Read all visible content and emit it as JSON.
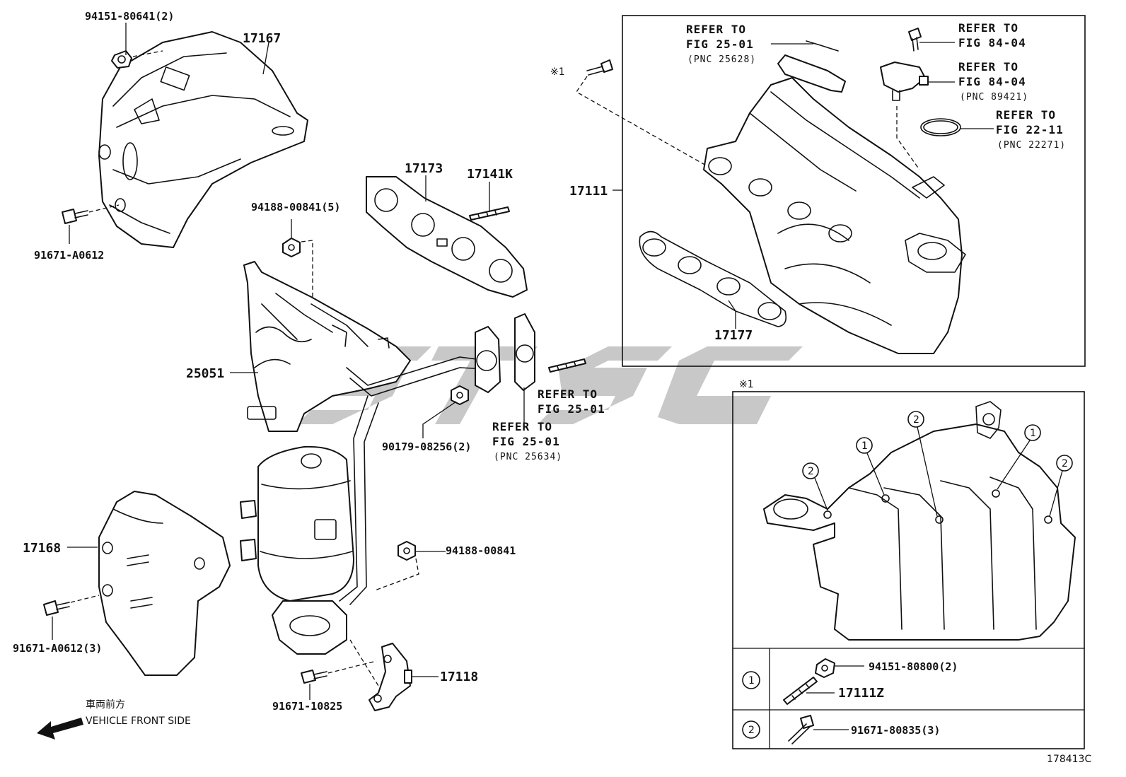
{
  "diagram_id": "178413C",
  "watermark": "GTSC",
  "parts": {
    "p94151_80641": "94151-80641(2)",
    "p17167": "17167",
    "p91671_A0612": "91671-A0612",
    "p94188_00841_5": "94188-00841(5)",
    "p17173": "17173",
    "p17141K": "17141K",
    "p25051": "25051",
    "p90179_08256": "90179-08256(2)",
    "p17168": "17168",
    "p91671_A0612_3": "91671-A0612(3)",
    "p94188_00841": "94188-00841",
    "p17118": "17118",
    "p91671_10825": "91671-10825",
    "p17111": "17111",
    "p17177": "17177",
    "p94151_80800": "94151-80800(2)",
    "p17111Z": "17111Z",
    "p91671_80835": "91671-80835(3)"
  },
  "refs": {
    "r1_l1": "REFER TO",
    "r1_l2": "FIG 25-01",
    "r1_l3": "(PNC 25628)",
    "r2_l1": "REFER TO",
    "r2_l2": "FIG 84-04",
    "r3_l1": "REFER TO",
    "r3_l2": "FIG 84-04",
    "r3_l3": "(PNC 89421)",
    "r4_l1": "REFER TO",
    "r4_l2": "FIG 22-11",
    "r4_l3": "(PNC 22271)",
    "r5_l1": "REFER TO",
    "r5_l2": "FIG 25-01",
    "r6_l1": "REFER TO",
    "r6_l2": "FIG 25-01",
    "r6_l3": "(PNC 25634)"
  },
  "markers": {
    "note_mark": "※1",
    "note_mark_box": "※1"
  },
  "callouts": {
    "one": "1",
    "two": "2"
  },
  "direction": {
    "japanese": "車両前方",
    "english": "VEHICLE FRONT SIDE"
  }
}
